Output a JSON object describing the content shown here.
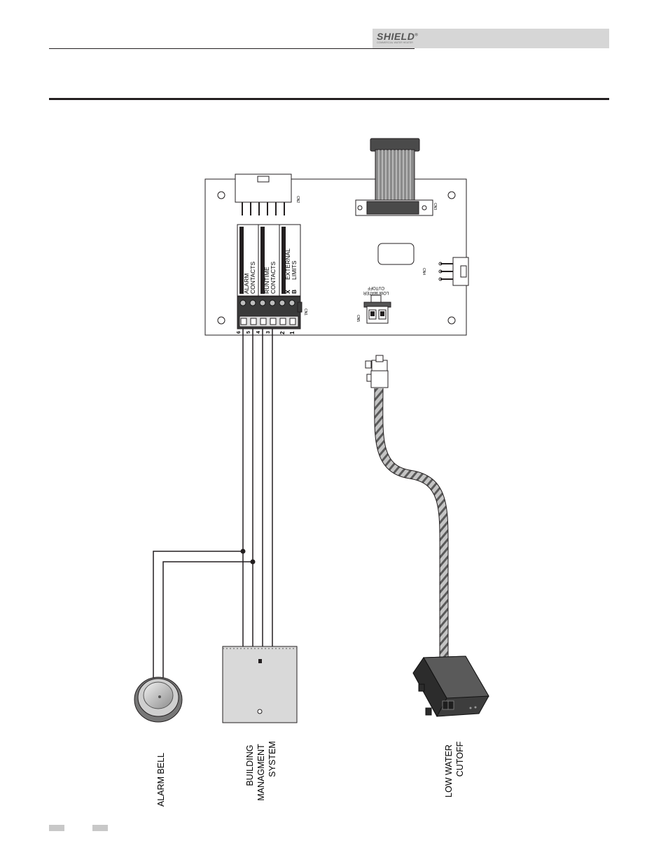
{
  "header": {
    "brand_name": "SHIELD",
    "brand_mark": "®",
    "brand_tagline": "COMMERCIAL WATER HEATER",
    "brand_color": "#d6d6d6"
  },
  "board": {
    "connectors": {
      "cn1": "CN1",
      "cn2": "CN2",
      "cn3": "CN3",
      "cn4": "CN4",
      "cn5": "CN5"
    },
    "terminal_groups": [
      {
        "label_line1": "ALARM",
        "label_line2": "CONTACTS"
      },
      {
        "label_line1": "RUNTIME",
        "label_line2": "CONTACTS"
      },
      {
        "label_line1": "EXTERNAL",
        "label_line2": "LIMITS"
      }
    ],
    "external_limits_letters": [
      "X",
      "B"
    ],
    "terminal_numbers": [
      "6",
      "5",
      "4",
      "3",
      "2",
      "1"
    ],
    "low_water_cutoff_label_line1": "LOW WATER",
    "low_water_cutoff_label_line2": "CUTOFF"
  },
  "components": {
    "alarm_bell": "ALARM BELL",
    "bms_line1": "BUILDING",
    "bms_line2": "MANAGMENT",
    "bms_line3": "SYSTEM",
    "lwco_line1": "LOW WATER",
    "lwco_line2": "CUTOFF"
  },
  "colors": {
    "ink": "#231f20",
    "board_fill": "#ffffff",
    "device_fill": "#d9d9d9",
    "harness": "#bcbcbc"
  }
}
